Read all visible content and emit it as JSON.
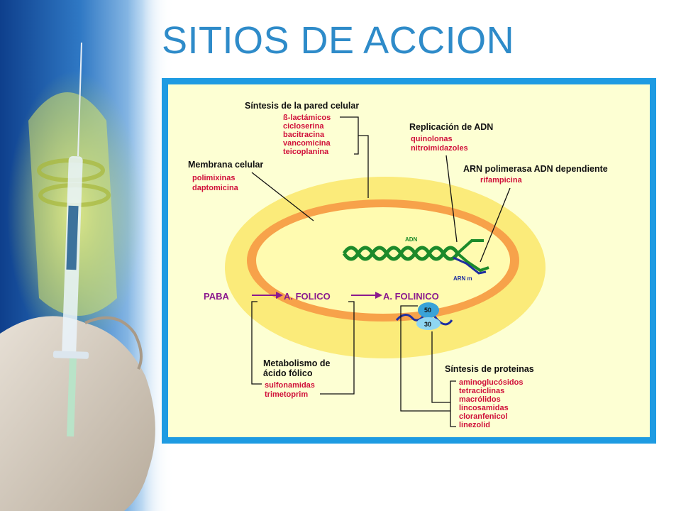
{
  "title": "SITIOS DE ACCION",
  "colors": {
    "title": "#2E8BC9",
    "frame_border": "#1E9BE2",
    "frame_fill": "#FDFFD3",
    "cell_outer": "#FBEB7A",
    "cell_wall": "#F7A24A",
    "cell_inner": "#FFFBB0",
    "dna": "#1C8A2A",
    "arn": "#1F2FA0",
    "drug_text": "#D0103A",
    "pathway": "#8B1A8E",
    "ribosome_large": "#3AA3D8",
    "ribosome_small": "#8FD6F2"
  },
  "groups": {
    "pared": {
      "heading": "Síntesis de la pared celular",
      "drugs": [
        "ß-lactámicos",
        "cicloserina",
        "bacitracina",
        "vancomicina",
        "teicoplanina"
      ]
    },
    "membrana": {
      "heading": "Membrana celular",
      "drugs": [
        "polimixinas",
        "daptomicina"
      ]
    },
    "replicacion": {
      "heading": "Replicación de ADN",
      "drugs": [
        "quinolonas",
        "nitroimidazoles"
      ]
    },
    "arn_polimerasa": {
      "heading": "ARN polimerasa ADN dependiente",
      "drugs": [
        "rifampicina"
      ]
    },
    "metabolismo": {
      "heading_lines": [
        "Metabolismo de",
        "ácido fólico"
      ],
      "drugs": [
        "sulfonamidas",
        "trimetoprim"
      ]
    },
    "proteinas": {
      "heading": "Síntesis de proteinas",
      "drugs": [
        "aminoglucósidos",
        "tetraciclinas",
        "macrólidos",
        "lincosamidas",
        "cloranfenicol",
        "linezolid"
      ]
    }
  },
  "pathway": {
    "paba": "PABA",
    "folico": "A. FOLICO",
    "folinico": "A. FOLINICO"
  },
  "labels": {
    "adn": "ADN",
    "arn_m": "ARN m",
    "ribosome_large": "50",
    "ribosome_small": "30"
  }
}
